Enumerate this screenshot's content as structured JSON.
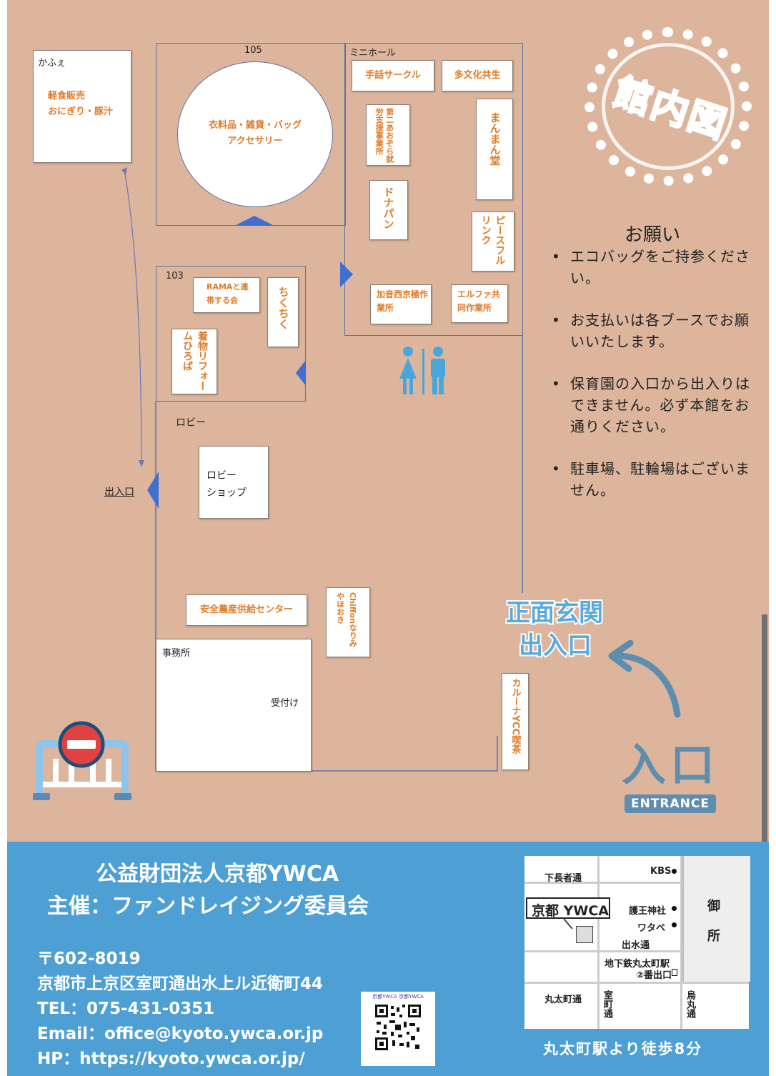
{
  "floor": {
    "cafe": {
      "title": "かふぇ",
      "line1": "軽食販売",
      "line2": "おにぎり・豚汁"
    },
    "room105": {
      "label": "105",
      "circle_line1": "衣料品・雑貨・バッグ",
      "circle_line2": "アクセサリー"
    },
    "minihall": {
      "label": "ミニホール",
      "booths": [
        "手話サークル",
        "多文化共生",
        "第二あおぞら就労支援事業所",
        "まんまん堂",
        "ドナパン",
        "ピースフルリンク",
        "加音西京極作業所",
        "エルファ共同作業所"
      ]
    },
    "room103": {
      "label": "103",
      "booths": [
        "RAMAと連帯する会",
        "ちくちく",
        "着物リフォームひろば"
      ]
    },
    "lobby": {
      "label": "ロビー",
      "shop_line1": "ロビー",
      "shop_line2": "ショップ"
    },
    "entrance_label": "出入口",
    "anzen": "安全農産供給センター",
    "chiffon": "Chiffonなりみやほおき",
    "office": {
      "label": "事務所",
      "reception": "受付け"
    },
    "karuna": "カルーナYCC喫茶"
  },
  "stamp": "館内図",
  "requests": {
    "title": "お願い",
    "items": [
      "エコバッグをご持参ください。",
      "お支払いは各ブースでお願いいたします。",
      "保育園の入口から出入りはできません。必ず本館をお通りください。",
      "駐車場、駐輪場はございません。"
    ]
  },
  "front_entrance": {
    "line1": "正面玄関",
    "line2": "出入口"
  },
  "entrance": {
    "kanji": "入口",
    "english": "ENTRANCE"
  },
  "footer": {
    "org": "公益財団法人京都YWCA",
    "host": "主催：ファンドレイジング委員会",
    "postal": "〒602‐8019",
    "address": "京都市上京区室町通出水上ル近衛町44",
    "tel": "TEL：075‐431‐0351",
    "email": "Email：office@kyoto.ywca.or.jp",
    "hp": "HP：https://kyoto.ywca.or.jp/",
    "qr_caption": "京都YWCA 京都YWCA"
  },
  "map": {
    "shimochoja": "下長者通",
    "kbs": "KBS",
    "ywca": "京都 YWCA",
    "goou": "護王神社",
    "watabe": "ワタベ",
    "demizu": "出水通",
    "subway_line1": "地下鉄丸太町駅",
    "subway_line2": "②番出口",
    "gosho_1": "御",
    "gosho_2": "所",
    "marutamachi": "丸太町通",
    "muromachi": "室町通",
    "karasuma": "烏丸通",
    "caption": "丸太町駅より徒歩8分"
  }
}
